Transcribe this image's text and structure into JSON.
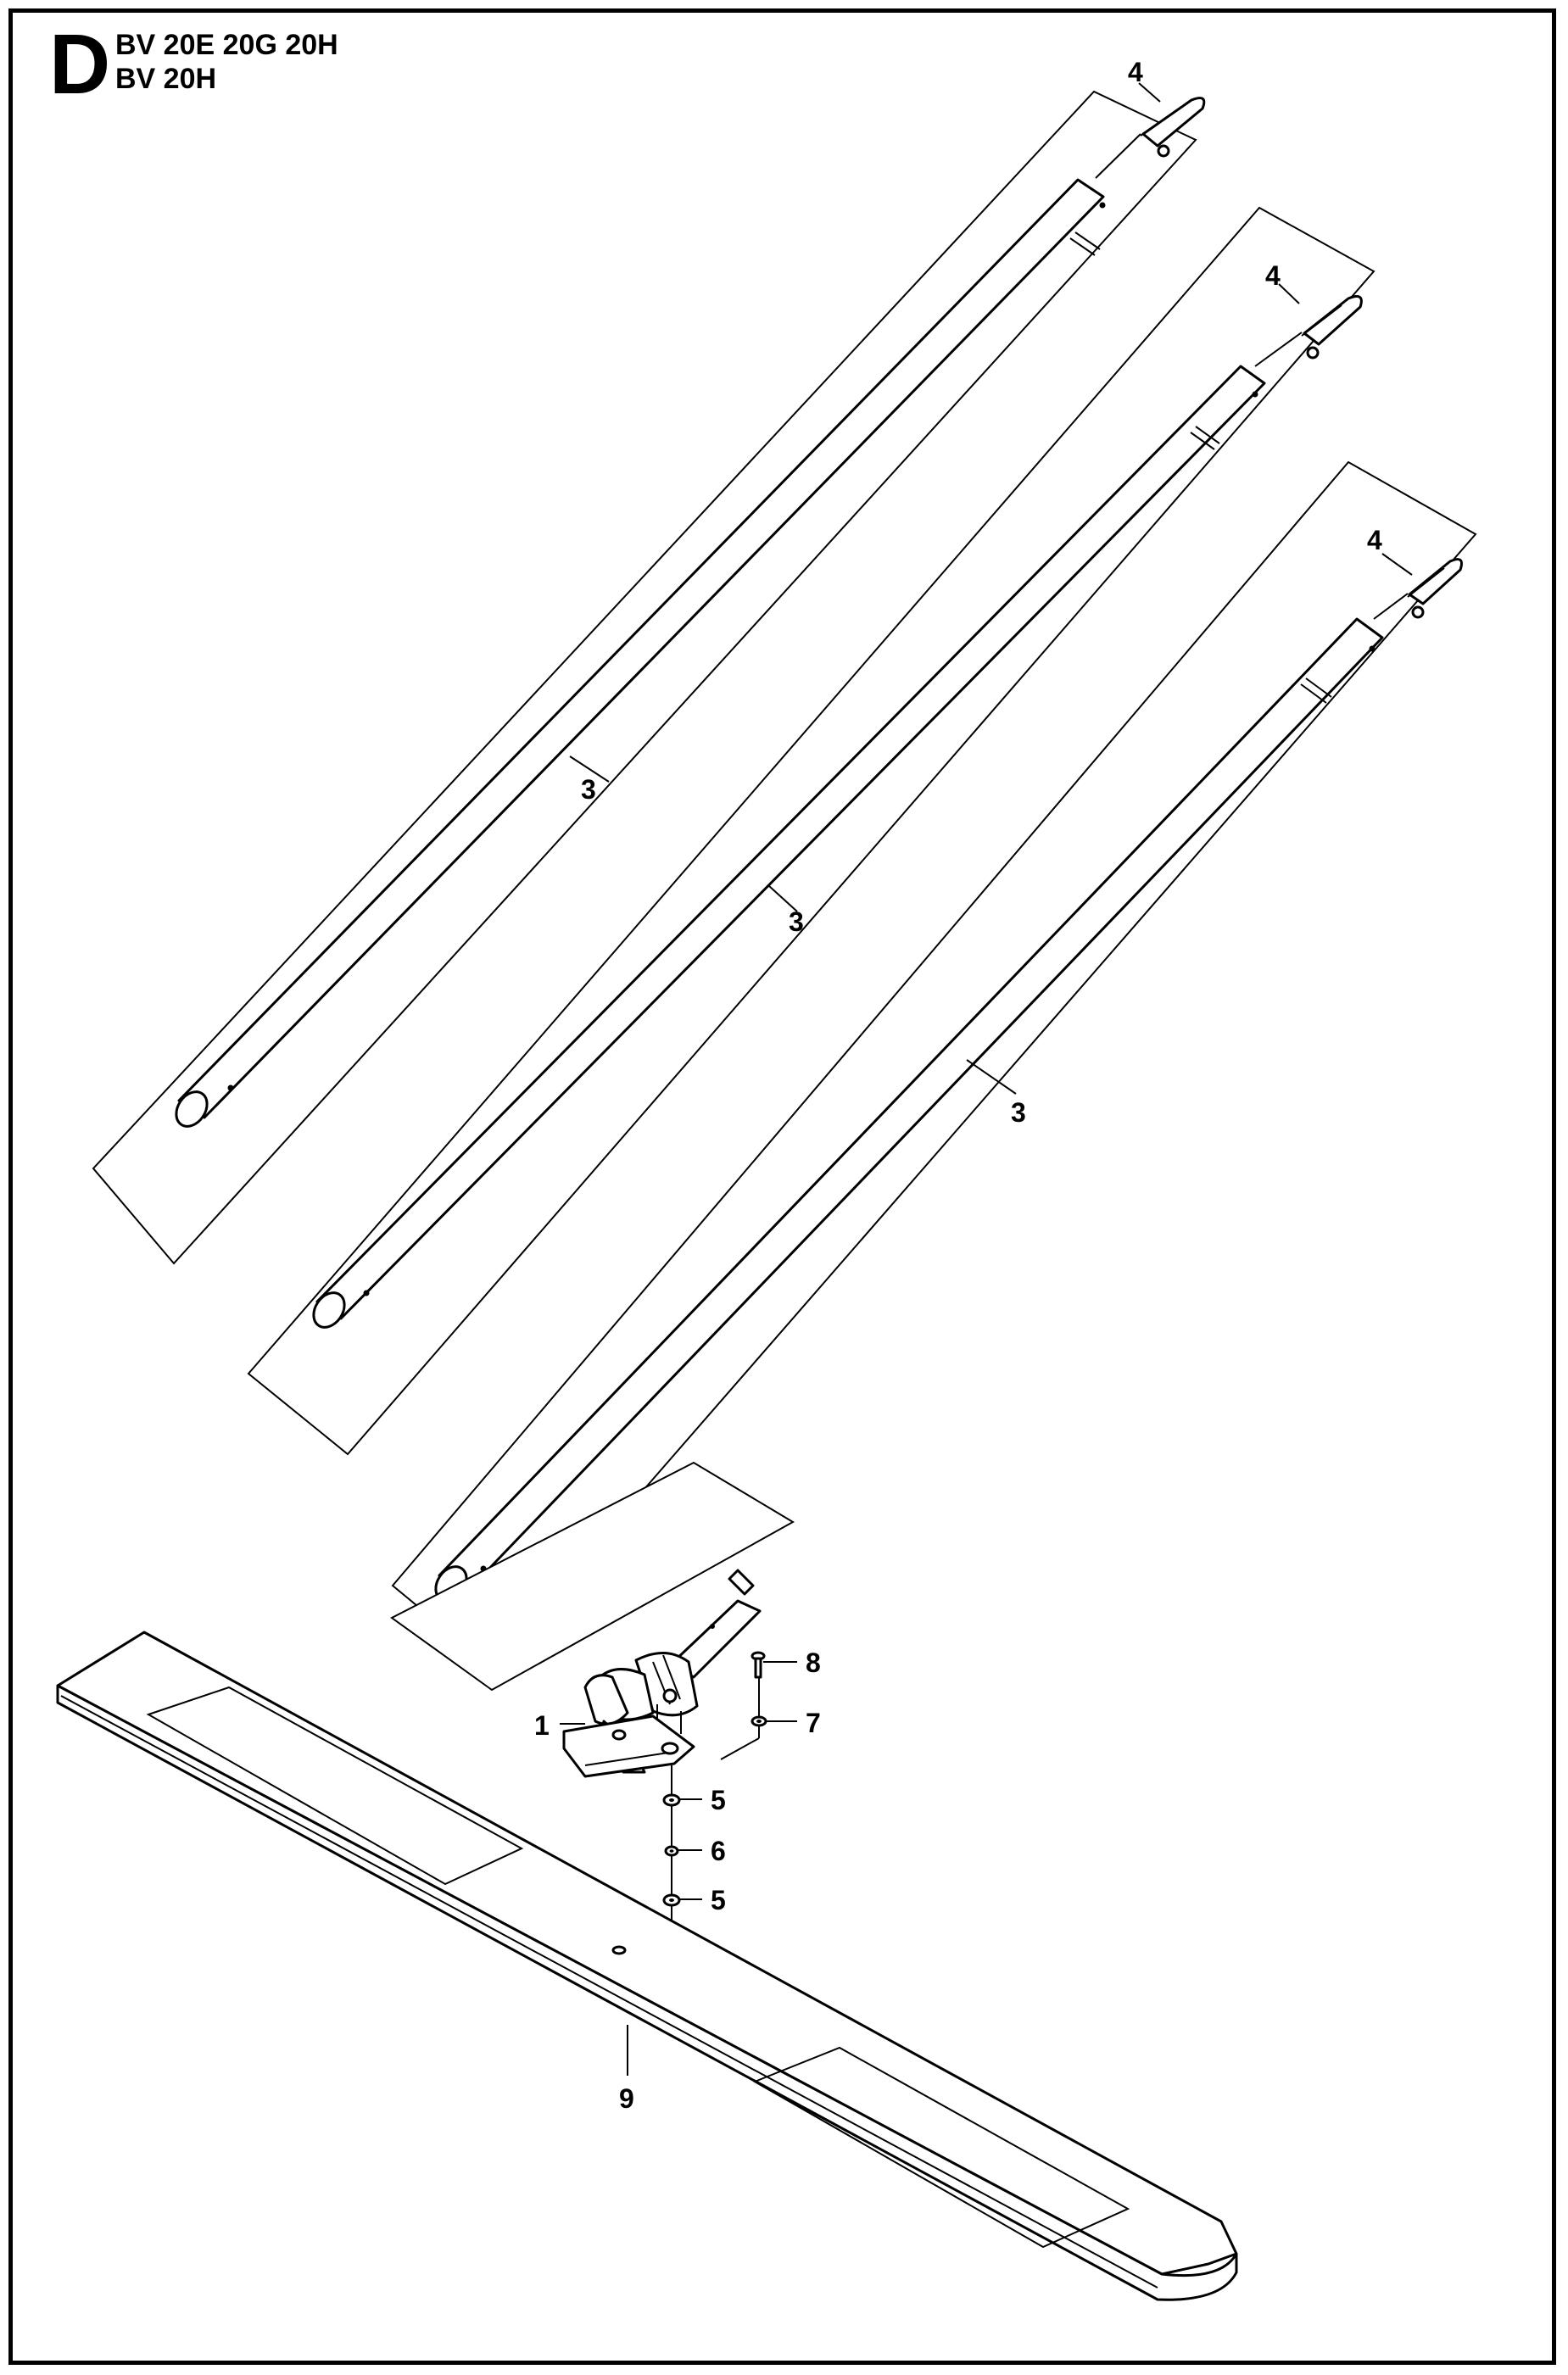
{
  "header": {
    "section_letter": "D",
    "model_line_1": "BV 20E 20G 20H",
    "model_line_2": "BV 20H"
  },
  "callouts": {
    "tube_handle_1": "3",
    "tube_handle_2": "3",
    "tube_handle_3": "3",
    "end_cap_1": "4",
    "end_cap_2": "4",
    "end_cap_3": "4",
    "bracket_assembly": "1",
    "washer_upper": "5",
    "spring_washer": "6",
    "washer_lower": "5",
    "washer_small": "7",
    "screw": "8",
    "float_plate": "9"
  }
}
